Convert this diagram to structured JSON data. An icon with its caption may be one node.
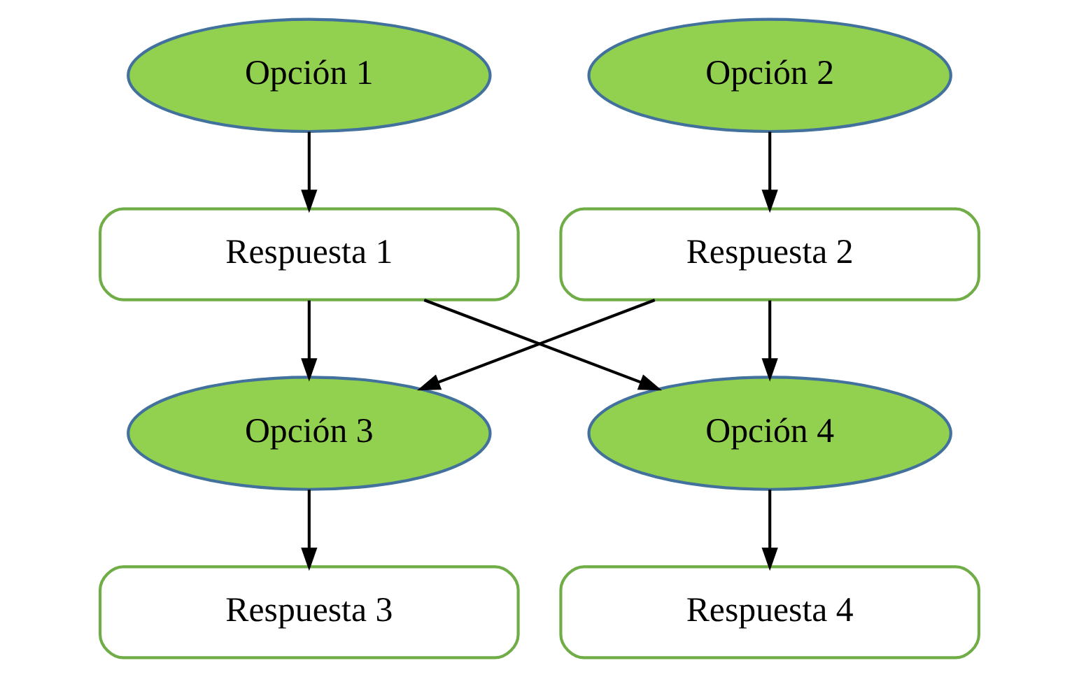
{
  "diagram": {
    "nodes": [
      {
        "text": [
          "Opción 1"
        ]
      },
      {
        "text": [
          "Opción 2"
        ]
      },
      {
        "text": [
          "Respuesta 1"
        ]
      },
      {
        "text": [
          "Respuesta 2"
        ]
      },
      {
        "text": [
          "Opción 3"
        ]
      },
      {
        "text": [
          "Opción 4"
        ]
      },
      {
        "text": [
          "Respuesta 3"
        ]
      },
      {
        "text": [
          "Respuesta 4"
        ]
      }
    ],
    "edges": [
      {
        "from": 0,
        "to": 2,
        "arrow": "to"
      },
      {
        "from": 1,
        "to": 3,
        "arrow": "to"
      },
      {
        "from": 2,
        "to": 4,
        "arrow": "to"
      },
      {
        "from": 2,
        "to": 5,
        "arrow": "to"
      },
      {
        "from": 3,
        "to": 4,
        "arrow": "to"
      },
      {
        "from": 3,
        "to": 5,
        "arrow": "to"
      },
      {
        "from": 4,
        "to": 6,
        "arrow": "to"
      },
      {
        "from": 5,
        "to": 7,
        "arrow": "to"
      }
    ]
  }
}
